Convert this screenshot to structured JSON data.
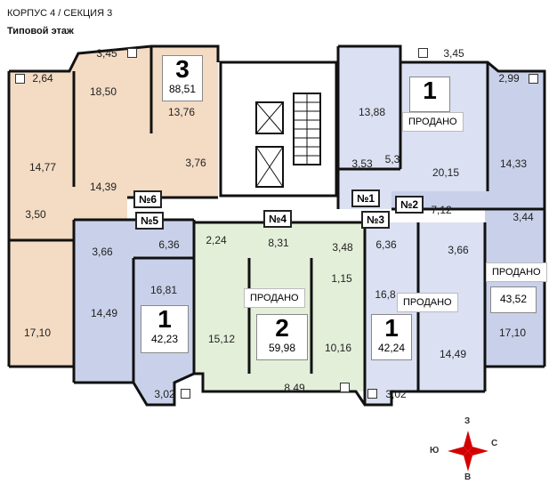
{
  "header": {
    "title": "КОРПУС 4 / СЕКЦИЯ 3",
    "subtitle": "Типовой этаж"
  },
  "colors": {
    "apt3": "#f3dbc4",
    "apt1": "#c9d1ea",
    "apt2": "#e4efd9",
    "apt1_sold": "#dbe0f2",
    "wall": "#111111",
    "core": "#ffffff"
  },
  "apartments": {
    "a3": {
      "tag": "№6",
      "rooms": "3",
      "area": "88,51"
    },
    "a1w": {
      "tag": "№5",
      "rooms": "1",
      "area": "42,23"
    },
    "a2": {
      "tag": "№4",
      "rooms": "2",
      "area": "59,98",
      "status": "ПРОДАНО"
    },
    "a1s": {
      "tag": "№3",
      "rooms": "1",
      "area": "42,24",
      "status": "ПРОДАНО"
    },
    "a1ne": {
      "tag": "№1",
      "rooms": "1",
      "status": "ПРОДАНО"
    },
    "a1e": {
      "tag": "№2",
      "area": "43,52",
      "status": "ПРОДАНО"
    }
  },
  "room_labels": {
    "r_3_45": "3,45",
    "r_2_64": "2,64",
    "r_18_50": "18,50",
    "r_13_76": "13,76",
    "r_14_77": "14,77",
    "r_14_39": "14,39",
    "r_3_76": "3,76",
    "r_3_50": "3,50",
    "r_17_10w": "17,10",
    "r_3_66w": "3,66",
    "r_6_36w": "6,36",
    "r_14_49w": "14,49",
    "r_16_81w": "16,81",
    "r_3_02w": "3,02",
    "r_2_24": "2,24",
    "r_8_31": "8,31",
    "r_3_48": "3,48",
    "r_1_15": "1,15",
    "r_15_12": "15,12",
    "r_10_16": "10,16",
    "r_8_49": "8,49",
    "r_6_36s": "6,36",
    "r_3_66s": "3,66",
    "r_16_8s": "16,8",
    "r_14_49s": "14,49",
    "r_3_02s": "3,02",
    "r_13_88": "13,88",
    "r_3_45ne": "3,45",
    "r_3_53": "3,53",
    "r_5_3": "5,3",
    "r_20_15": "20,15",
    "r_2_99": "2,99",
    "r_14_33": "14,33",
    "r_7_12": "7,12",
    "r_3_44": "3,44",
    "r_17_10e": "17,10"
  },
  "compass": {
    "n": "З",
    "s": "В",
    "w": "Ю",
    "e": "С"
  }
}
